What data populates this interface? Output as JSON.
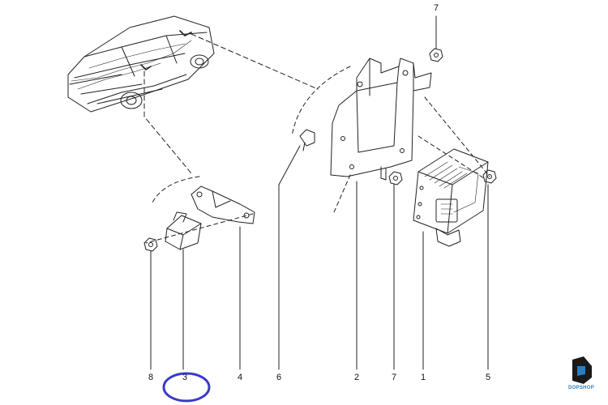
{
  "callouts": [
    "1",
    "2",
    "3",
    "4",
    "5",
    "6",
    "7",
    "8"
  ],
  "highlight": {
    "part": "3",
    "color": "#3a3acb"
  },
  "brand": {
    "wordmark": "DOPSHOP",
    "color": "#2a7fc4"
  },
  "icons": [
    "vehicle-silhouette",
    "bracket",
    "control-module",
    "sensor",
    "nut",
    "bolt"
  ]
}
